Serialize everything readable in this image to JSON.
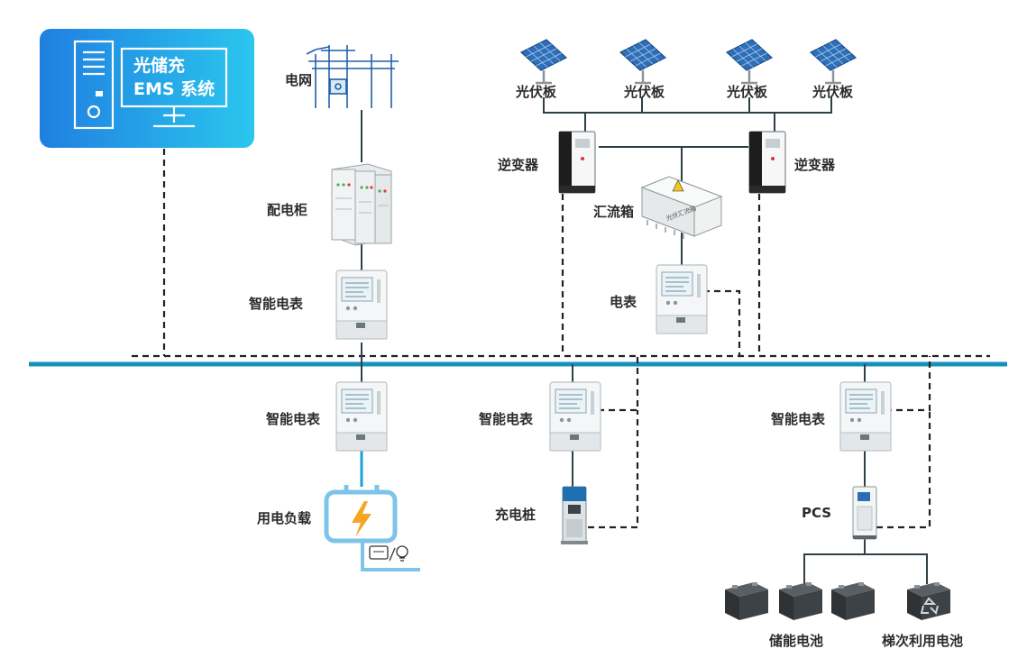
{
  "ems": {
    "line1": "光储充",
    "line2": "EMS 系统"
  },
  "labels": {
    "grid": "电网",
    "panel": "光伏板",
    "inverter": "逆变器",
    "combiner": "汇流箱",
    "cabinet": "配电柜",
    "smart_meter": "智能电表",
    "meter": "电表",
    "load": "用电负载",
    "charger": "充电桩",
    "pcs": "PCS",
    "storage": "储能电池",
    "second_life": "梯次利用电池",
    "combiner_box_text": "光伏汇流箱"
  },
  "colors": {
    "bus": "#1592b8",
    "ems_gradient_start": "#1f7fe0",
    "ems_gradient_end": "#2bc6ee",
    "line": "#2f3f46",
    "load_icon": "#7ec3ea",
    "lightning": "#f5a623"
  },
  "icons": [
    "monitor-icon",
    "pc-tower-icon",
    "power-tower-icon",
    "solar-panel-icon",
    "inverter-icon",
    "meter-icon",
    "cabinet-icon",
    "charger-icon",
    "pcs-icon",
    "battery-icon",
    "recycle-icon",
    "lightning-icon",
    "bulb-icon"
  ]
}
